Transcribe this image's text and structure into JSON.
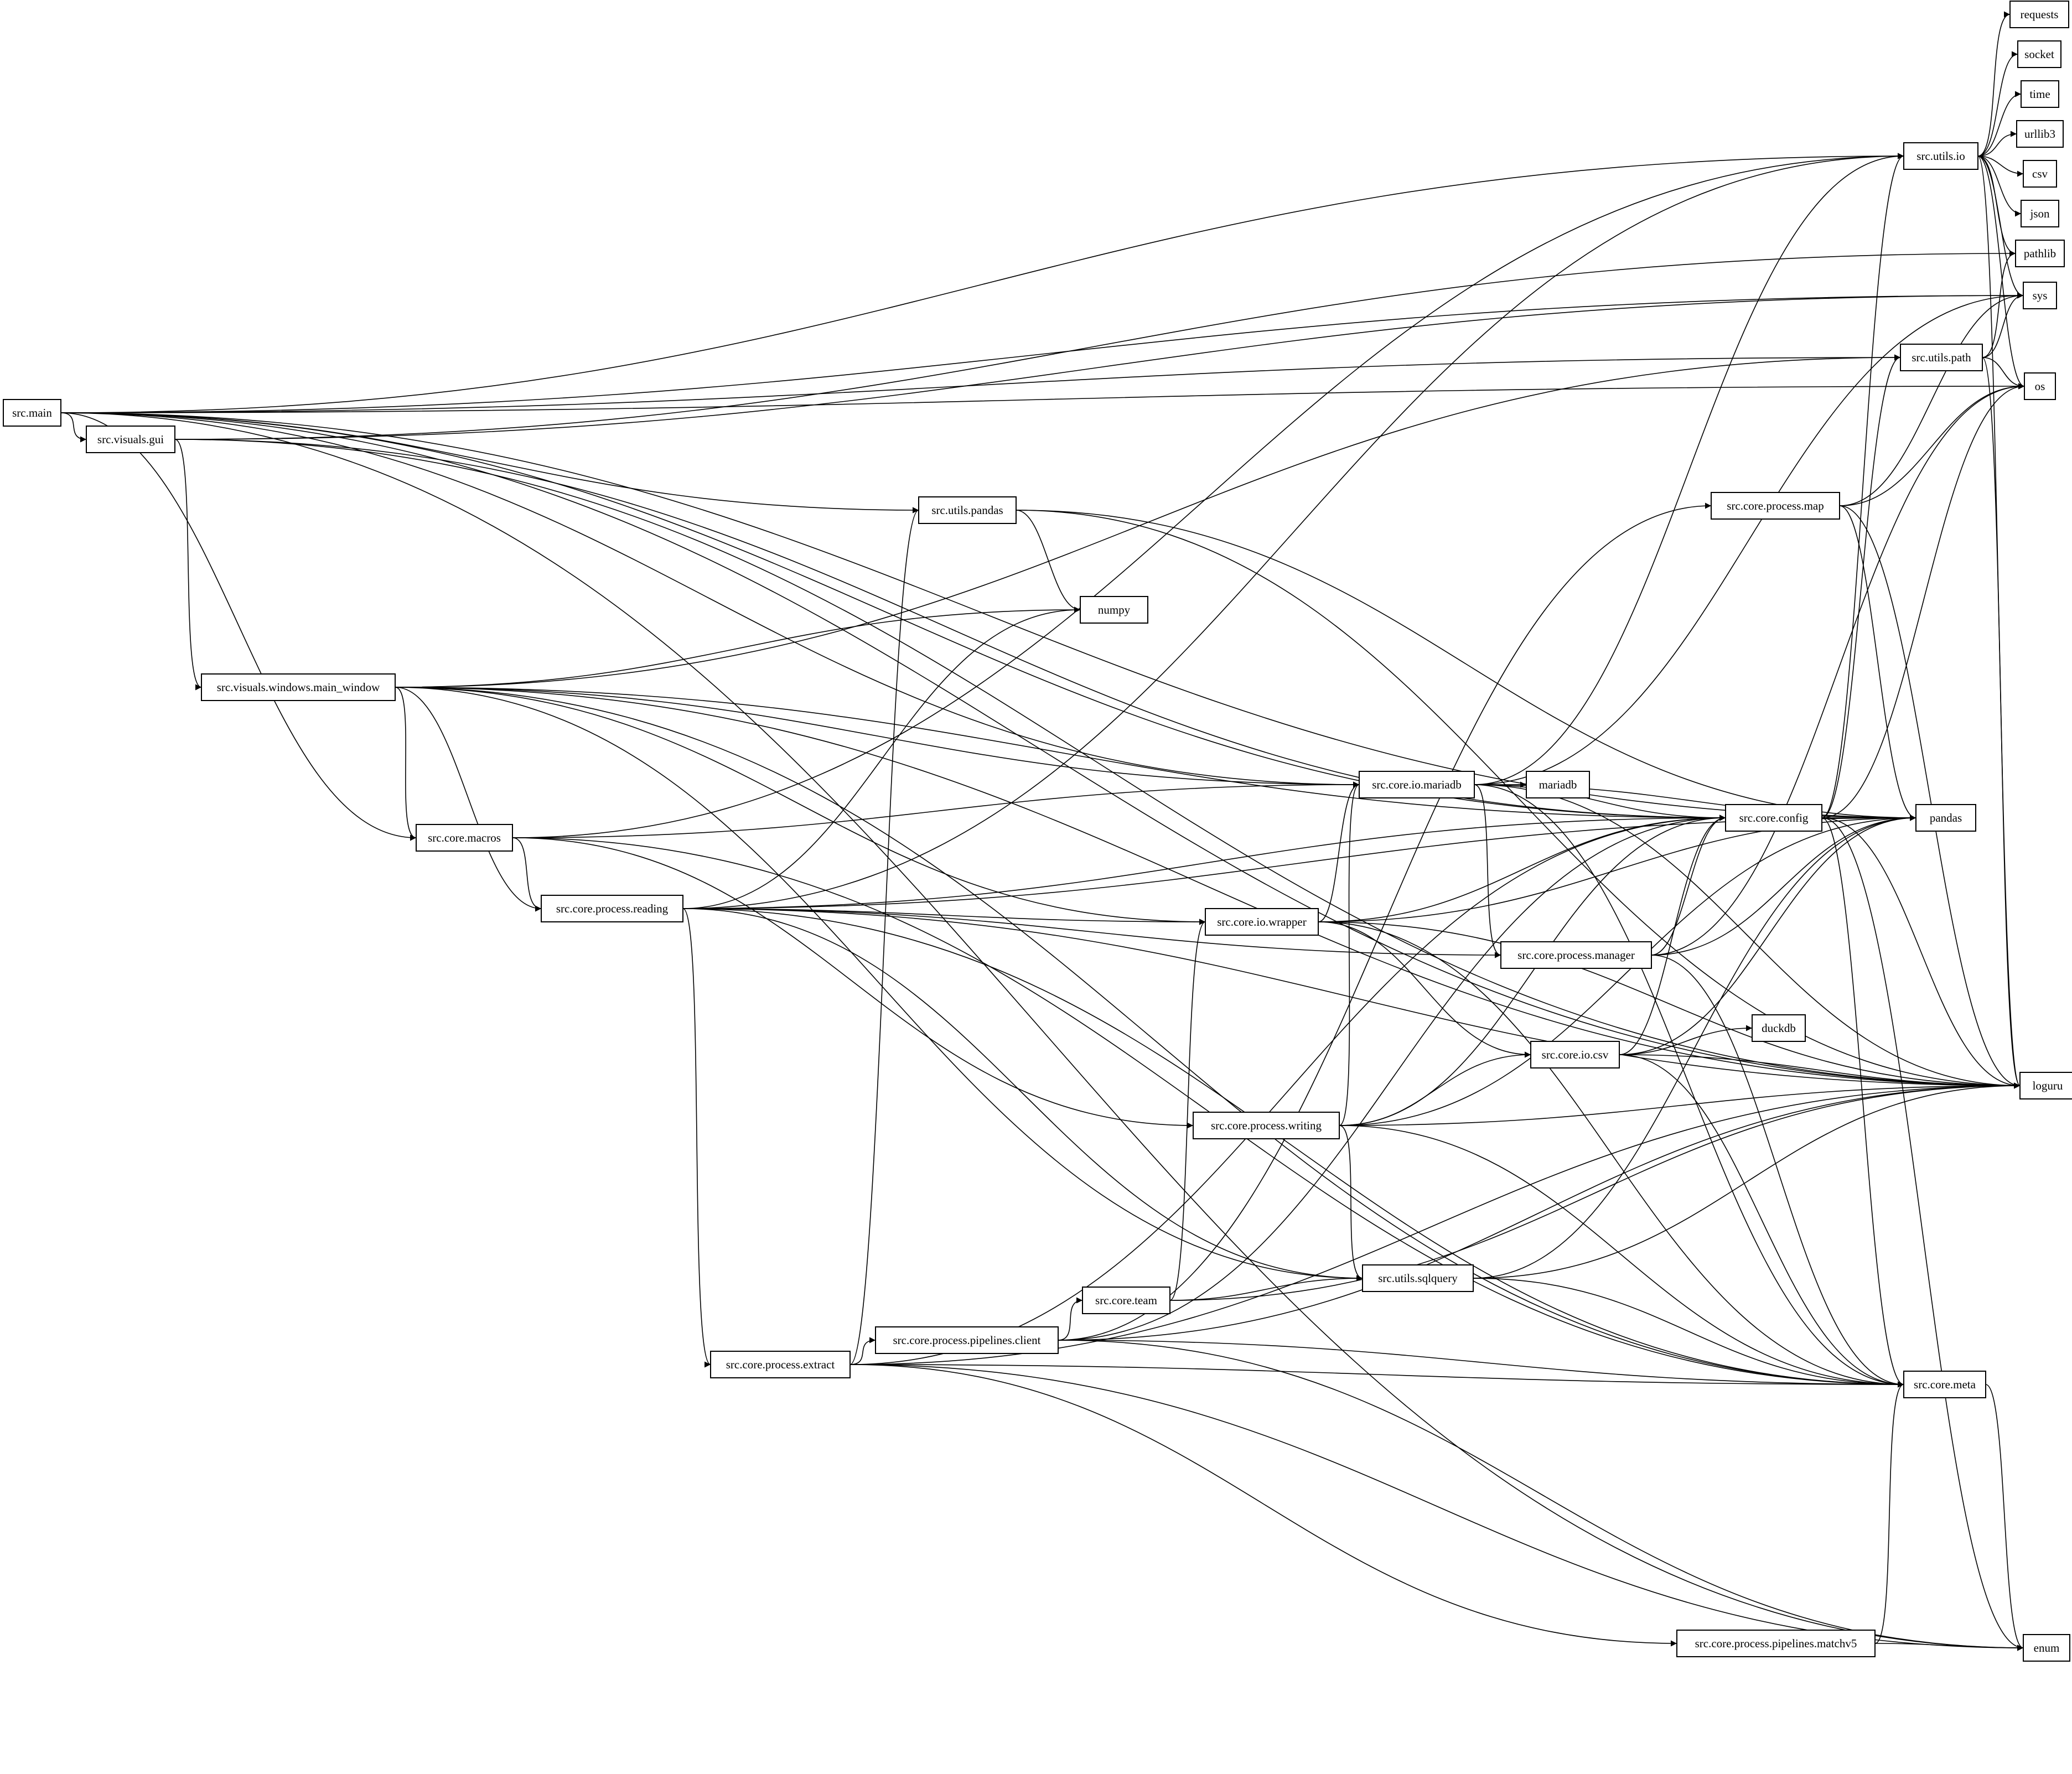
{
  "nodes": {
    "src_main": "src.main",
    "src_visuals_gui": "src.visuals.gui",
    "src_visuals_windows_main_window": "src.visuals.windows.main_window",
    "src_core_macros": "src.core.macros",
    "src_core_process_reading": "src.core.process.reading",
    "src_core_process_extract": "src.core.process.extract",
    "src_core_process_pipelines_client": "src.core.process.pipelines.client",
    "src_core_team": "src.core.team",
    "src_utils_pandas": "src.utils.pandas",
    "numpy": "numpy",
    "src_core_io_mariadb": "src.core.io.mariadb",
    "mariadb": "mariadb",
    "src_core_io_wrapper": "src.core.io.wrapper",
    "src_core_process_writing": "src.core.process.writing",
    "src_utils_sqlquery": "src.utils.sqlquery",
    "src_core_config": "src.core.config",
    "src_core_process_manager": "src.core.process.manager",
    "src_core_process_map": "src.core.process.map",
    "src_core_io_csv": "src.core.io.csv",
    "duckdb": "duckdb",
    "src_core_process_pipelines_matchv5": "src.core.process.pipelines.matchv5",
    "src_utils_io": "src.utils.io",
    "src_utils_path": "src.utils.path",
    "src_core_meta": "src.core.meta",
    "requests": "requests",
    "socket": "socket",
    "time": "time",
    "urllib3": "urllib3",
    "csv": "csv",
    "json": "json",
    "pathlib": "pathlib",
    "sys": "sys",
    "os": "os",
    "pandas": "pandas",
    "loguru": "loguru",
    "enum": "enum"
  },
  "edges": [
    [
      "src_main",
      "src_visuals_gui"
    ],
    [
      "src_main",
      "src_utils_io"
    ],
    [
      "src_main",
      "sys"
    ],
    [
      "src_main",
      "os"
    ],
    [
      "src_main",
      "src_utils_path"
    ],
    [
      "src_main",
      "src_utils_pandas"
    ],
    [
      "src_main",
      "pandas"
    ],
    [
      "src_main",
      "src_core_io_mariadb"
    ],
    [
      "src_main",
      "src_core_config"
    ],
    [
      "src_main",
      "src_core_macros"
    ],
    [
      "src_main",
      "loguru"
    ],
    [
      "src_main",
      "enum"
    ],
    [
      "src_visuals_gui",
      "src_visuals_windows_main_window"
    ],
    [
      "src_visuals_gui",
      "pathlib"
    ],
    [
      "src_visuals_gui",
      "sys"
    ],
    [
      "src_visuals_gui",
      "src_core_config"
    ],
    [
      "src_visuals_gui",
      "loguru"
    ],
    [
      "src_visuals_windows_main_window",
      "src_utils_path"
    ],
    [
      "src_visuals_windows_main_window",
      "loguru"
    ],
    [
      "src_visuals_windows_main_window",
      "numpy"
    ],
    [
      "src_visuals_windows_main_window",
      "src_core_config"
    ],
    [
      "src_visuals_windows_main_window",
      "src_core_io_mariadb"
    ],
    [
      "src_visuals_windows_main_window",
      "src_core_io_wrapper"
    ],
    [
      "src_visuals_windows_main_window",
      "src_core_macros"
    ],
    [
      "src_visuals_windows_main_window",
      "src_core_process_reading"
    ],
    [
      "src_visuals_windows_main_window",
      "src_utils_sqlquery"
    ],
    [
      "src_visuals_windows_main_window",
      "src_core_meta"
    ],
    [
      "src_core_macros",
      "src_utils_io"
    ],
    [
      "src_core_macros",
      "src_core_io_mariadb"
    ],
    [
      "src_core_macros",
      "src_core_process_reading"
    ],
    [
      "src_core_macros",
      "src_core_process_writing"
    ],
    [
      "src_core_macros",
      "src_core_meta"
    ],
    [
      "src_core_process_reading",
      "src_utils_io"
    ],
    [
      "src_core_process_reading",
      "numpy"
    ],
    [
      "src_core_process_reading",
      "pandas"
    ],
    [
      "src_core_process_reading",
      "src_core_config"
    ],
    [
      "src_core_process_reading",
      "src_core_io_wrapper"
    ],
    [
      "src_core_process_reading",
      "src_core_process_manager"
    ],
    [
      "src_core_process_reading",
      "src_utils_sqlquery"
    ],
    [
      "src_core_process_reading",
      "src_core_process_extract"
    ],
    [
      "src_core_process_reading",
      "src_core_meta"
    ],
    [
      "src_core_process_reading",
      "loguru"
    ],
    [
      "src_core_process_extract",
      "src_utils_pandas"
    ],
    [
      "src_core_process_extract",
      "src_core_process_pipelines_client"
    ],
    [
      "src_core_process_extract",
      "src_core_config"
    ],
    [
      "src_core_process_extract",
      "src_core_meta"
    ],
    [
      "src_core_process_extract",
      "loguru"
    ],
    [
      "src_core_process_extract",
      "src_core_process_pipelines_matchv5"
    ],
    [
      "src_core_process_extract",
      "enum"
    ],
    [
      "src_core_process_pipelines_client",
      "src_core_team"
    ],
    [
      "src_core_process_pipelines_client",
      "src_core_process_map"
    ],
    [
      "src_core_process_pipelines_client",
      "src_core_config"
    ],
    [
      "src_core_process_pipelines_client",
      "loguru"
    ],
    [
      "src_core_process_pipelines_client",
      "src_core_meta"
    ],
    [
      "src_core_process_pipelines_client",
      "enum"
    ],
    [
      "src_core_team",
      "src_core_io_wrapper"
    ],
    [
      "src_core_team",
      "src_utils_sqlquery"
    ],
    [
      "src_core_team",
      "loguru"
    ],
    [
      "src_utils_pandas",
      "numpy"
    ],
    [
      "src_utils_pandas",
      "pandas"
    ],
    [
      "src_utils_pandas",
      "loguru"
    ],
    [
      "src_core_io_mariadb",
      "mariadb"
    ],
    [
      "src_core_io_mariadb",
      "pandas"
    ],
    [
      "src_core_io_mariadb",
      "src_core_config"
    ],
    [
      "src_core_io_mariadb",
      "src_core_process_manager"
    ],
    [
      "src_core_io_mariadb",
      "src_utils_io"
    ],
    [
      "src_core_io_mariadb",
      "sys"
    ],
    [
      "src_core_io_mariadb",
      "loguru"
    ],
    [
      "src_core_io_mariadb",
      "src_core_meta"
    ],
    [
      "src_core_io_wrapper",
      "src_core_io_mariadb"
    ],
    [
      "src_core_io_wrapper",
      "src_core_config"
    ],
    [
      "src_core_io_wrapper",
      "src_core_io_csv"
    ],
    [
      "src_core_io_wrapper",
      "pandas"
    ],
    [
      "src_core_io_wrapper",
      "loguru"
    ],
    [
      "src_core_io_wrapper",
      "src_core_meta"
    ],
    [
      "src_core_process_writing",
      "src_core_io_mariadb"
    ],
    [
      "src_core_process_writing",
      "src_core_config"
    ],
    [
      "src_core_process_writing",
      "src_core_io_csv"
    ],
    [
      "src_core_process_writing",
      "pandas"
    ],
    [
      "src_core_process_writing",
      "loguru"
    ],
    [
      "src_core_process_writing",
      "src_utils_sqlquery"
    ],
    [
      "src_core_process_writing",
      "src_core_meta"
    ],
    [
      "src_utils_sqlquery",
      "pandas"
    ],
    [
      "src_utils_sqlquery",
      "loguru"
    ],
    [
      "src_utils_sqlquery",
      "src_core_meta"
    ],
    [
      "src_core_config",
      "pandas"
    ],
    [
      "src_core_config",
      "src_utils_io"
    ],
    [
      "src_core_config",
      "src_utils_path"
    ],
    [
      "src_core_config",
      "os"
    ],
    [
      "src_core_config",
      "loguru"
    ],
    [
      "src_core_config",
      "src_core_meta"
    ],
    [
      "src_core_config",
      "enum"
    ],
    [
      "src_core_process_manager",
      "src_core_config"
    ],
    [
      "src_core_process_manager",
      "os"
    ],
    [
      "src_core_process_manager",
      "pandas"
    ],
    [
      "src_core_process_manager",
      "src_core_meta"
    ],
    [
      "src_core_process_map",
      "sys"
    ],
    [
      "src_core_process_map",
      "os"
    ],
    [
      "src_core_process_map",
      "pandas"
    ],
    [
      "src_core_process_map",
      "loguru"
    ],
    [
      "src_core_io_csv",
      "src_core_config"
    ],
    [
      "src_core_io_csv",
      "pandas"
    ],
    [
      "src_core_io_csv",
      "duckdb"
    ],
    [
      "src_core_io_csv",
      "loguru"
    ],
    [
      "src_core_io_csv",
      "src_core_meta"
    ],
    [
      "src_core_process_pipelines_matchv5",
      "src_core_meta"
    ],
    [
      "src_core_process_pipelines_matchv5",
      "enum"
    ],
    [
      "src_utils_io",
      "requests"
    ],
    [
      "src_utils_io",
      "socket"
    ],
    [
      "src_utils_io",
      "time"
    ],
    [
      "src_utils_io",
      "urllib3"
    ],
    [
      "src_utils_io",
      "csv"
    ],
    [
      "src_utils_io",
      "json"
    ],
    [
      "src_utils_io",
      "pathlib"
    ],
    [
      "src_utils_io",
      "sys"
    ],
    [
      "src_utils_io",
      "os"
    ],
    [
      "src_utils_io",
      "loguru"
    ],
    [
      "src_utils_path",
      "pathlib"
    ],
    [
      "src_utils_path",
      "sys"
    ],
    [
      "src_utils_path",
      "os"
    ],
    [
      "src_utils_path",
      "loguru"
    ],
    [
      "src_core_meta",
      "enum"
    ]
  ]
}
